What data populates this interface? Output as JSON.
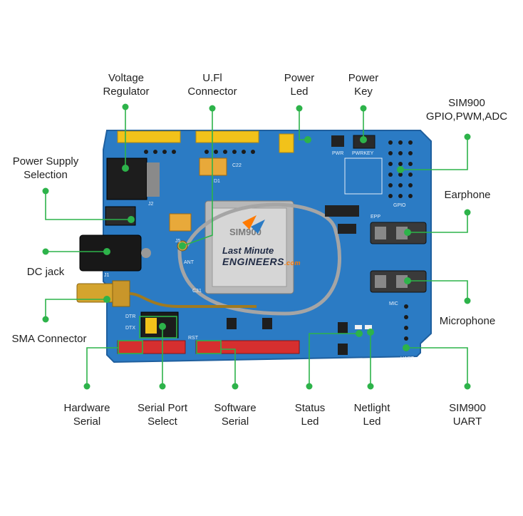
{
  "colors": {
    "board": "#2b7bc4",
    "board_edge": "#1f5f9e",
    "callout": "#2db34a",
    "header_red": "#d62f2f",
    "header_yellow": "#f2c21a",
    "module": "#b8b8b8"
  },
  "labels": {
    "voltage_regulator": [
      "Voltage",
      "Regulator"
    ],
    "ufl_connector": [
      "U.Fl",
      "Connector"
    ],
    "power_led": [
      "Power",
      "Led"
    ],
    "power_key": [
      "Power",
      "Key"
    ],
    "sim900_gpio": [
      "SIM900",
      "GPIO,PWM,ADC"
    ],
    "power_supply": [
      "Power Supply",
      "Selection"
    ],
    "earphone": [
      "Earphone"
    ],
    "dc_jack": [
      "DC jack"
    ],
    "microphone": [
      "Microphone"
    ],
    "sma_connector": [
      "SMA Connector"
    ],
    "hardware_serial": [
      "Hardware",
      "Serial"
    ],
    "serial_port_select": [
      "Serial Port",
      "Select"
    ],
    "software_serial": [
      "Software",
      "Serial"
    ],
    "status_led": [
      "Status",
      "Led"
    ],
    "netlight_led": [
      "Netlight",
      "Led"
    ],
    "sim900_uart": [
      "SIM900",
      "UART"
    ]
  },
  "brand": {
    "line1": "Last Minute",
    "line2": "ENGINEERS",
    "suffix": ".com"
  },
  "silkscreen": {
    "module_text": "SIM900",
    "ant": "ANT",
    "pwr": "PWR",
    "pwrkey": "PWRKEY",
    "gpio": "GPIO",
    "epp": "EPP",
    "mic": "MIC",
    "uart": "UART",
    "j1": "J1",
    "j2": "J2",
    "j5": "J5",
    "rst": "RST",
    "c22": "C22",
    "c31": "C31",
    "d1": "D1",
    "dtr": "DTR",
    "dtx": "DTX"
  }
}
